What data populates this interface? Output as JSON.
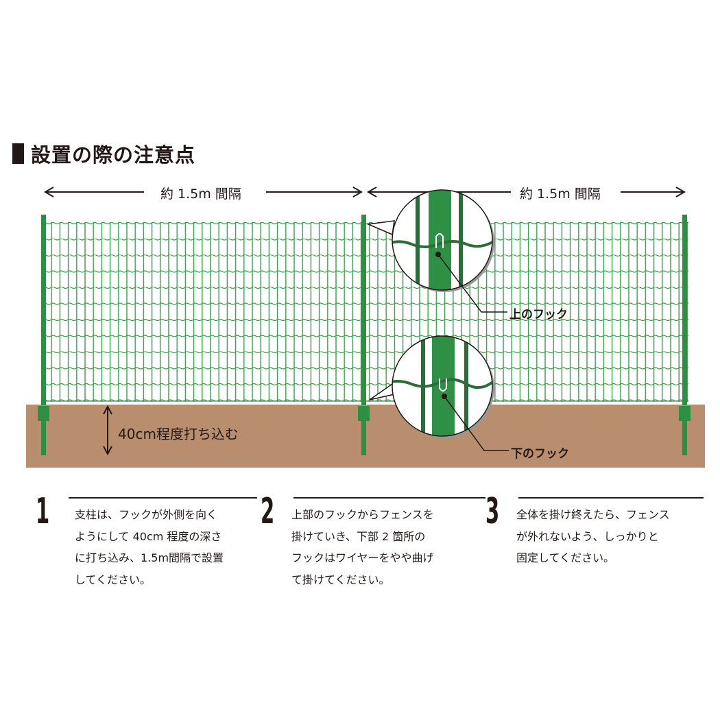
{
  "title": "設置の際の注意点",
  "dimensions": {
    "left_span": "約 1.5m 間隔",
    "right_span": "約 1.5m 間隔"
  },
  "depth_note": "40cm程度打ち込む",
  "callouts": {
    "upper_hook": "上のフック",
    "lower_hook": "下のフック"
  },
  "colors": {
    "fence_green": "#3a9a4c",
    "post_green": "#2e8f44",
    "zoom_green": "#2f8f45",
    "wire_dark": "#2e6b3a",
    "ground": "#b98e6e",
    "text": "#231815"
  },
  "steps": [
    {
      "number": "1",
      "text": "支柱は、フックが外側を向く\nようにして 40cm 程度の深さ\nに打ち込み、1.5m間隔で設置\nしてください。"
    },
    {
      "number": "2",
      "text": "上部のフックからフェンスを\n掛けていき、下部 2 箇所の\nフックはワイヤーをやや曲げ\nて掛けてください。"
    },
    {
      "number": "3",
      "text": "全体を掛け終えたら、フェンス\nが外れないよう、しっかりと\n固定してください。"
    }
  ]
}
